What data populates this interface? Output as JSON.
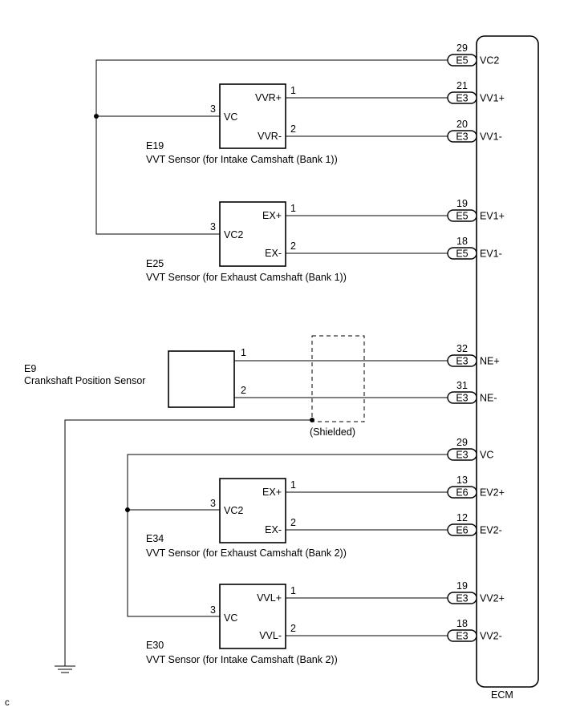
{
  "ecm_label": "ECM",
  "corner_mark": "c",
  "pins": [
    {
      "pin": "29",
      "conn": "E5",
      "signal": "VC2"
    },
    {
      "pin": "21",
      "conn": "E3",
      "signal": "VV1+"
    },
    {
      "pin": "20",
      "conn": "E3",
      "signal": "VV1-"
    },
    {
      "pin": "19",
      "conn": "E5",
      "signal": "EV1+"
    },
    {
      "pin": "18",
      "conn": "E5",
      "signal": "EV1-"
    },
    {
      "pin": "32",
      "conn": "E3",
      "signal": "NE+"
    },
    {
      "pin": "31",
      "conn": "E3",
      "signal": "NE-"
    },
    {
      "pin": "29",
      "conn": "E3",
      "signal": "VC"
    },
    {
      "pin": "13",
      "conn": "E6",
      "signal": "EV2+"
    },
    {
      "pin": "12",
      "conn": "E6",
      "signal": "EV2-"
    },
    {
      "pin": "19",
      "conn": "E3",
      "signal": "VV2+"
    },
    {
      "pin": "18",
      "conn": "E3",
      "signal": "VV2-"
    }
  ],
  "sensors": [
    {
      "code": "E19",
      "name": "VVT Sensor (for Intake Camshaft (Bank 1))",
      "vc_label": "VC",
      "plus_label": "VVR+",
      "minus_label": "VVR-",
      "vc_pin": "3",
      "plus_pin": "1",
      "minus_pin": "2"
    },
    {
      "code": "E25",
      "name": "VVT Sensor (for Exhaust Camshaft (Bank 1))",
      "vc_label": "VC2",
      "plus_label": "EX+",
      "minus_label": "EX-",
      "vc_pin": "3",
      "plus_pin": "1",
      "minus_pin": "2"
    },
    {
      "code": "E34",
      "name": "VVT Sensor (for Exhaust Camshaft (Bank 2))",
      "vc_label": "VC2",
      "plus_label": "EX+",
      "minus_label": "EX-",
      "vc_pin": "3",
      "plus_pin": "1",
      "minus_pin": "2"
    },
    {
      "code": "E30",
      "name": "VVT Sensor (for Intake Camshaft (Bank 2))",
      "vc_label": "VC",
      "plus_label": "VVL+",
      "minus_label": "VVL-",
      "vc_pin": "3",
      "plus_pin": "1",
      "minus_pin": "2"
    }
  ],
  "crank_sensor": {
    "code": "E9",
    "name": "Crankshaft Position Sensor",
    "pin1": "1",
    "pin2": "2"
  },
  "shield_label": "(Shielded)"
}
